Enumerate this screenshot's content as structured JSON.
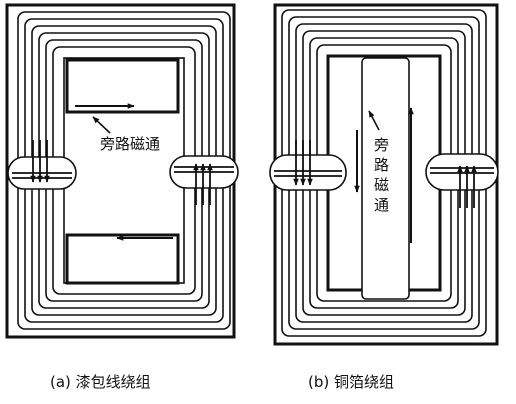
{
  "panel_a": {
    "label": "旁路磁通",
    "caption": "(a)  漆包线绕组"
  },
  "panel_b": {
    "label_chars": [
      "旁",
      "路",
      "磁",
      "通"
    ],
    "caption": "(b)  铜箔绕组"
  },
  "colors": {
    "ink": "#111111",
    "background": "#ffffff"
  }
}
